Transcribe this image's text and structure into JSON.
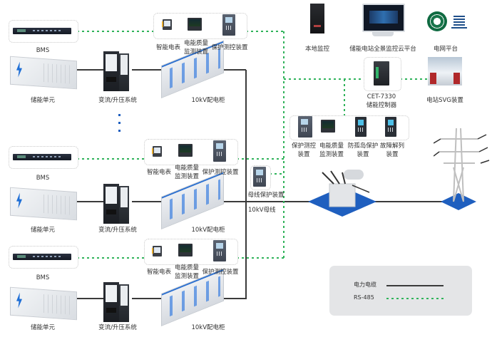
{
  "diagram": {
    "title": "",
    "groups": [
      {
        "bms_label": "BMS",
        "storage_label": "储能单元",
        "pcs_label": "变流/升压系统",
        "switchgear_label": "10kV配电柜",
        "devices": [
          "智能电表",
          "电能质量\n监测装置",
          "保护测控装置"
        ]
      },
      {
        "bms_label": "BMS",
        "storage_label": "储能单元",
        "pcs_label": "变流/升压系统",
        "switchgear_label": "10kV配电柜",
        "devices": [
          "智能电表",
          "电能质量\n监测装置",
          "保护测控装置"
        ]
      },
      {
        "bms_label": "BMS",
        "storage_label": "储能单元",
        "pcs_label": "变流/升压系统",
        "switchgear_label": "10kV配电柜",
        "devices": [
          "智能电表",
          "电能质量\n监测装置",
          "保护测控装置"
        ]
      }
    ],
    "group_labels": {
      "meter_1": "智能电表",
      "pq_1a": "电能质量",
      "pq_1b": "监测装置",
      "prot_1": "保护测控装置"
    },
    "top_right": {
      "local_monitor": "本地监控",
      "cloud_platform": "储能电站全景监控云平台",
      "grid_platform": "电网平台",
      "controller_model": "CET-7330",
      "controller_name": "储能控制器",
      "svg_device": "电站SVG装置"
    },
    "substation_devices": [
      {
        "line1": "保护测控",
        "line2": "装置"
      },
      {
        "line1": "电能质量",
        "line2": "监测装置"
      },
      {
        "line1": "防孤岛保护",
        "line2": "装置"
      },
      {
        "line1": "故障解列",
        "line2": "装置"
      }
    ],
    "bus_protection": "母线保护装置",
    "bus_label": "10kV母线",
    "legend": {
      "items": [
        {
          "label": "电力电缆",
          "style": "solid",
          "color": "#3a3a3a"
        },
        {
          "label": "RS-485",
          "style": "dashed",
          "color": "#2fb35a"
        }
      ]
    },
    "colors": {
      "power_cable": "#3a3a3a",
      "rs485": "#2fb35a",
      "platform_blue": "#1f5fbf"
    }
  }
}
